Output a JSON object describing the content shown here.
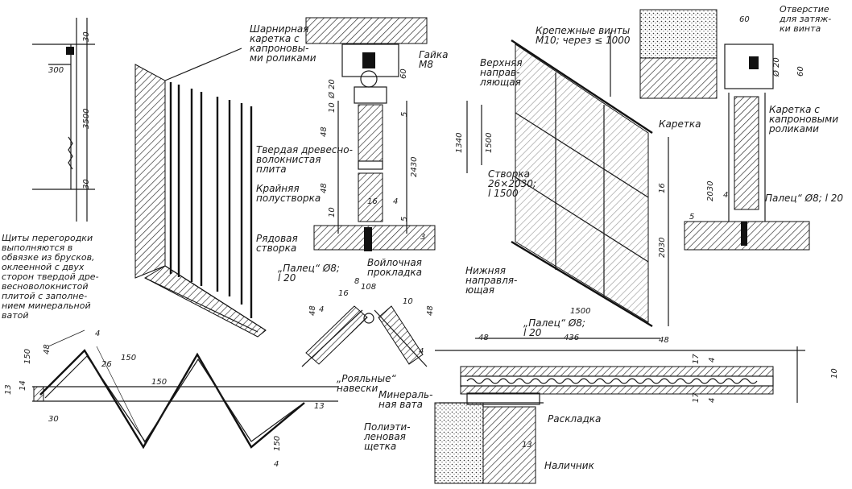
{
  "labels": {
    "hinge_carriage": "Шарнирная\nкаретка с\nкапроновы-\nми роликами",
    "nut": "Гайка\nМ8",
    "hardboard": "Твердая древесно-\nволокнистая\nплита",
    "end_half_leaf": "Крайняя\nполустворка",
    "row_leaf": "Рядовая\nстворка",
    "pin_left": "„Палец“ Ø8;\nl 20",
    "felt_gasket": "Войлочная\nпрокладка",
    "panels_note": "Щиты перегородки\nвыполняются в\nобвязке из брусков,\nоклеенной с двух\nсторон твердой дре-\nвесноволокнистой\nплитой с заполне-\nнием минеральной\nватой",
    "piano_hinges": "„Рояльные“\nнавески",
    "mineral_wool": "Минераль-\nная вата",
    "screws": "Крепежные винты\nМ10; через ≤ 1000",
    "upper_guide": "Верхняя\nнаправ-\nляющая",
    "leaf_size": "Створка\n26×2030;\nl 1500",
    "lower_guide": "Нижняя\nнаправля-\nющая",
    "carriage_right": "Каретка",
    "screw_hole": "Отверстие\nдля затяж-\nки винта",
    "carriage_rollers": "Каретка с\nкапроновыми\nроликами",
    "pin_right": "Палец“ Ø8; l 20",
    "pin_bottom": "„Палец“ Ø8;\nl 20",
    "batten": "Раскладка",
    "poly_brush": "Полиэти-\nленовая\nщетка",
    "casing": "Наличник"
  },
  "dimensions": {
    "d30a": "30",
    "d300": "300",
    "d3500": "3500",
    "d30b": "30",
    "d20": "Ø 20",
    "d10": "10",
    "d48a": "48",
    "d2430": "2430",
    "d48b": "48",
    "d10b": "10",
    "d5a": "5",
    "d5b": "5",
    "d3": "3",
    "d4a": "4",
    "d16": "16",
    "d60": "60",
    "d1340": "1340",
    "d1500v": "1500",
    "d1500h": "1500",
    "d2030": "2030",
    "d16b": "16",
    "d48c": "48",
    "d60b": "60",
    "d20b": "Ø 20",
    "d60c": "60",
    "d2030b": "2030",
    "d4b": "4",
    "d5c": "5",
    "d48d": "48",
    "d436": "436",
    "d17a": "17",
    "d4c": "4",
    "d10c": "10",
    "d17b": "17",
    "d4d": "4",
    "d13a": "13",
    "d150a": "150",
    "d48e": "48",
    "d13b": "13",
    "d14": "14",
    "d30c": "30",
    "d26": "26",
    "d150b": "150",
    "d150c": "150",
    "d150d": "150",
    "d13c": "13",
    "d4e": "4",
    "d48f": "48",
    "d4f": "4",
    "d108": "108",
    "d16c": "16",
    "d8": "8",
    "d48g": "48",
    "d10d": "10",
    "d4g": "4",
    "d4h": "4"
  }
}
